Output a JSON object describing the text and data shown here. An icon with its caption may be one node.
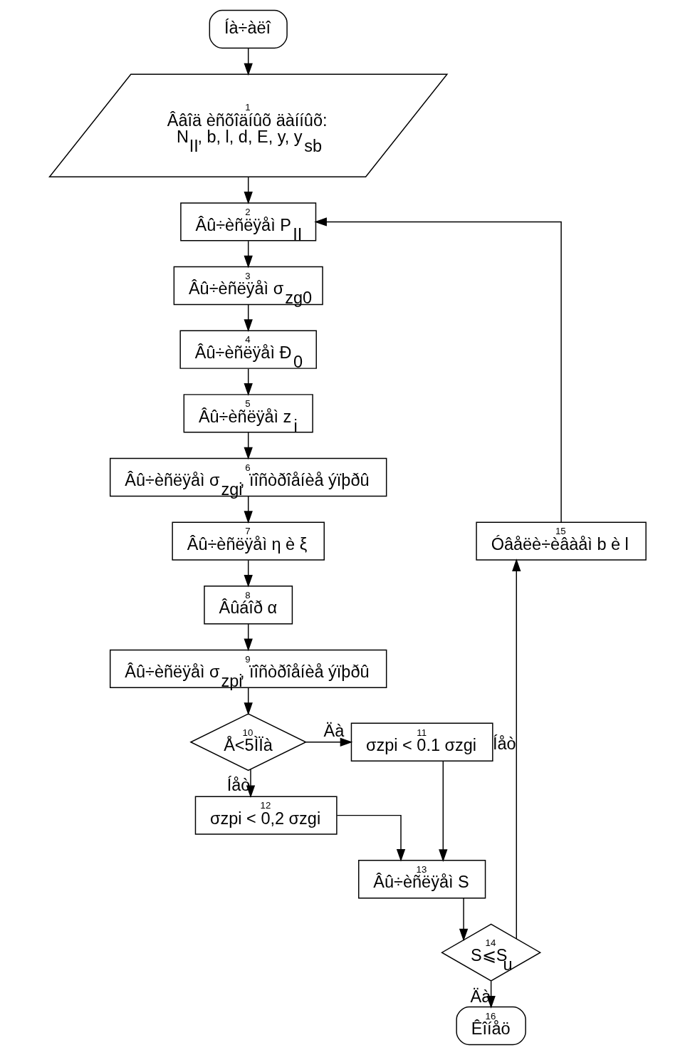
{
  "diagram": {
    "nodes": [
      {
        "text": [
          "Íà÷àëî"
        ]
      },
      {
        "text": [
          "1",
          "Ââîä èñõîäíûõ äàííûõ:",
          "N$_{II}$, b, l, d, E, y, y$_{sb}$"
        ]
      },
      {
        "text": [
          "2",
          "Âû÷èñëÿåì P$_{II}$"
        ]
      },
      {
        "text": [
          "3",
          "Âû÷èñëÿåì σ$_{zg0}$"
        ]
      },
      {
        "text": [
          "4",
          "Âû÷èñëÿåì Ð$_{0}$"
        ]
      },
      {
        "text": [
          "5",
          "Âû÷èñëÿåì z$_{i}$"
        ]
      },
      {
        "text": [
          "6",
          "Âû÷èñëÿåì σ$_{zgi}$, ïîñòðîåíèå ýïþðû"
        ]
      },
      {
        "text": [
          "7",
          "Âû÷èñëÿåì η è ξ"
        ]
      },
      {
        "text": [
          "8",
          "Âûáîð α"
        ]
      },
      {
        "text": [
          "9",
          "Âû÷èñëÿåì σ$_{zpi}$, ïîñòðîåíèå ýïþðû"
        ]
      },
      {
        "text": [
          "10",
          "Å<5ÌÏà"
        ]
      },
      {
        "text": [
          "11",
          "σzpi < 0.1 σzgi"
        ]
      },
      {
        "text": [
          "12",
          "σzpi < 0,2 σzgi"
        ]
      },
      {
        "text": [
          "13",
          "Âû÷èñëÿåì S"
        ]
      },
      {
        "text": [
          "14",
          "S⩽S$_{u}$"
        ]
      },
      {
        "text": [
          "15",
          "Óâåëè÷èâàåì b è l"
        ]
      },
      {
        "text": [
          "16",
          "Êîíåö"
        ]
      }
    ],
    "edges": [
      {
        "from": 0,
        "to": 1,
        "arrow": "to"
      },
      {
        "from": 1,
        "to": 2,
        "arrow": "to"
      },
      {
        "from": 2,
        "to": 3,
        "arrow": "to"
      },
      {
        "from": 3,
        "to": 4,
        "arrow": "to"
      },
      {
        "from": 4,
        "to": 5,
        "arrow": "to"
      },
      {
        "from": 5,
        "to": 6,
        "arrow": "to"
      },
      {
        "from": 6,
        "to": 7,
        "arrow": "to"
      },
      {
        "from": 7,
        "to": 8,
        "arrow": "to"
      },
      {
        "from": 8,
        "to": 9,
        "arrow": "to"
      },
      {
        "from": 9,
        "to": 10,
        "arrow": "to"
      },
      {
        "from": 10,
        "to": 11,
        "arrow": "to",
        "label": "Äà"
      },
      {
        "from": 10,
        "to": 12,
        "arrow": "to",
        "label": "Íåò"
      },
      {
        "from": 11,
        "to": 13,
        "arrow": "to"
      },
      {
        "from": 12,
        "to": 13,
        "arrow": "to"
      },
      {
        "from": 13,
        "to": 14,
        "arrow": "to"
      },
      {
        "from": 14,
        "to": 16,
        "arrow": "to",
        "label": "Äà"
      },
      {
        "from": 14,
        "to": 15,
        "arrow": "to",
        "label": "Íåò"
      },
      {
        "from": 15,
        "to": 2,
        "arrow": "to"
      }
    ]
  }
}
